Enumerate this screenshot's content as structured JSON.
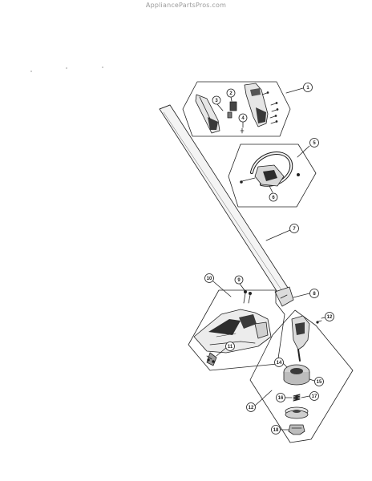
{
  "watermark": "AppliancePartsPros.com",
  "callouts": {
    "c1": "1",
    "c2": "2",
    "c3": "3",
    "c4": "4",
    "c5": "5",
    "c6": "6",
    "c7": "7",
    "c8": "8",
    "c9": "9",
    "c10": "10",
    "c11": "11",
    "c12a": "12",
    "c12b": "12",
    "c14": "14",
    "c15": "15",
    "c16": "16",
    "c17": "17",
    "c18": "18"
  }
}
